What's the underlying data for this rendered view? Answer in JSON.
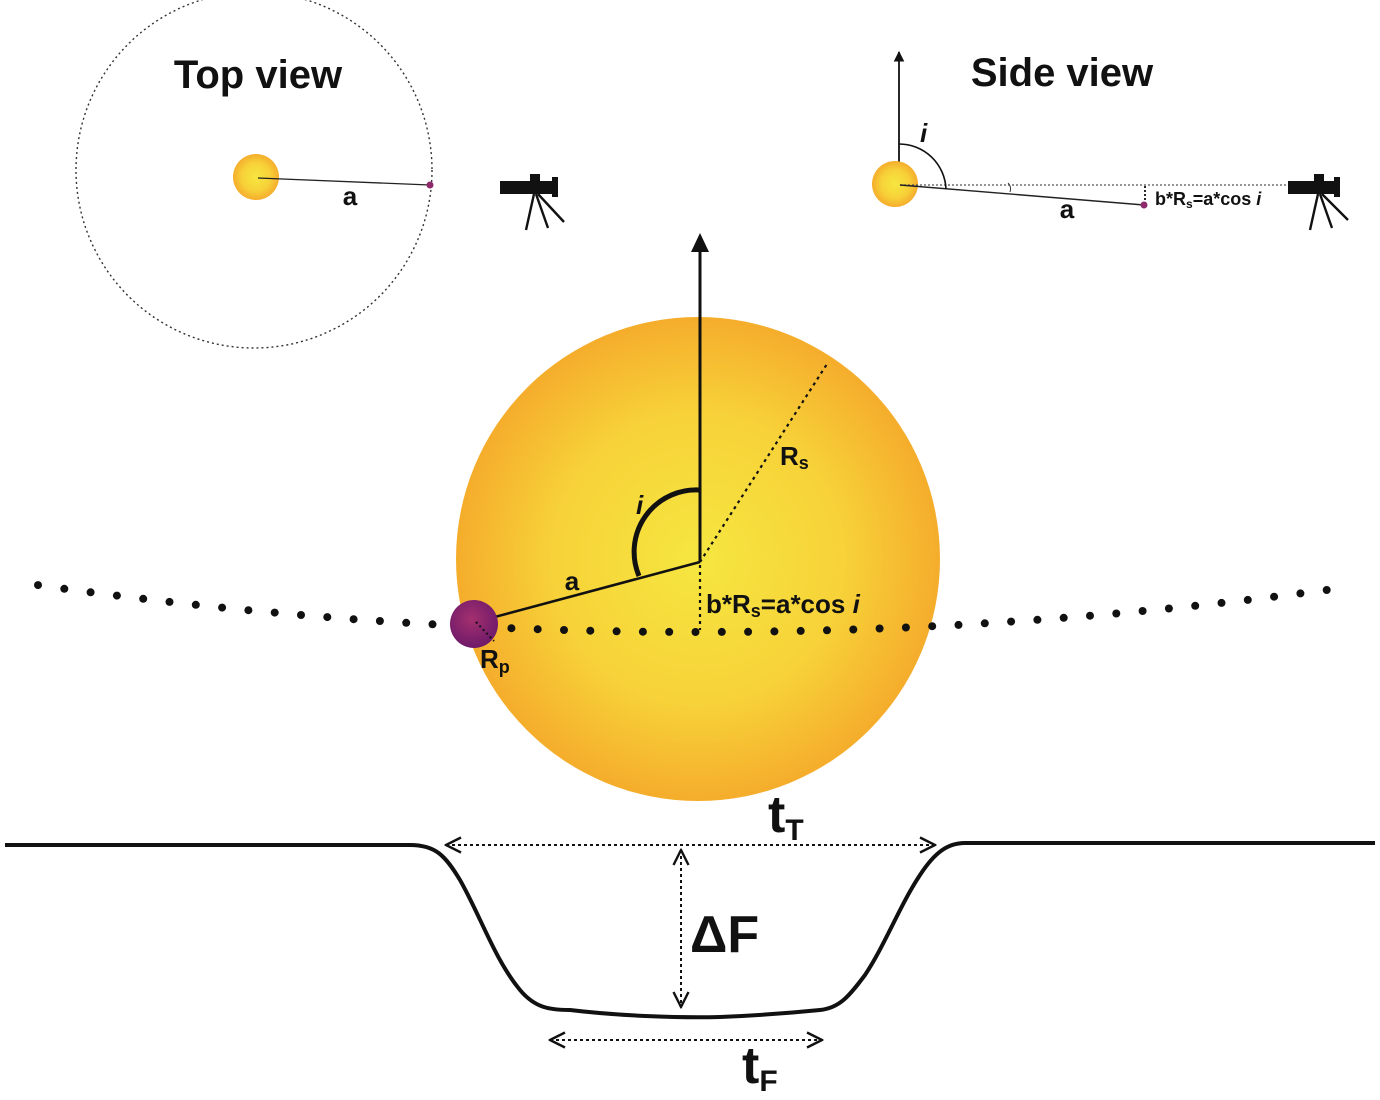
{
  "top_view": {
    "title": "Top view",
    "a_label": "a"
  },
  "side_view": {
    "title": "Side view",
    "i_label": "i",
    "a_label": "a",
    "impact_label_prefix": "b*R",
    "impact_label_sub": "s",
    "impact_label_mid": "=a*cos ",
    "impact_label_ital": "i"
  },
  "main_view": {
    "rs_label": "R",
    "rs_sub": "s",
    "i_label": "i",
    "a_label": "a",
    "impact_label_prefix": "b*R",
    "impact_label_sub": "s",
    "impact_label_mid": "=a*cos ",
    "impact_label_ital": "i",
    "rp_label": "R",
    "rp_sub": "p"
  },
  "light_curve": {
    "tt_label": "t",
    "tt_sub": "T",
    "df_label": "ΔF",
    "tf_label": "t",
    "tf_sub": "F"
  },
  "colors": {
    "star_center": "#f6e640",
    "star_edge": "#f5ad2c",
    "planet_center": "#a4306e",
    "planet_edge": "#6f1a6a",
    "ink": "#111111"
  },
  "icons": [
    "telescope-icon",
    "telescope-icon"
  ]
}
